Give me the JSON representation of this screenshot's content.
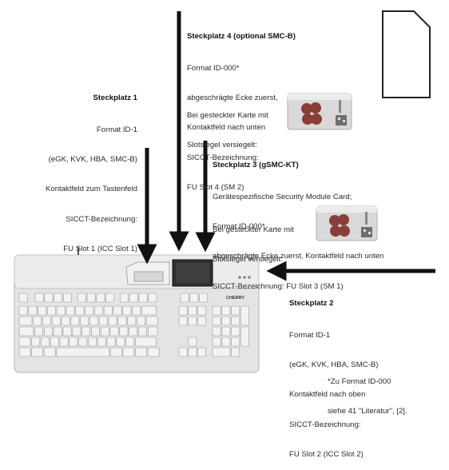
{
  "slot1": {
    "heading": "Steckplatz 1",
    "lines": [
      "Format ID-1",
      "(eGK, KVK, HBA, SMC-B)",
      "Kontaktfeld zum Tastenfeld",
      "SICCT-Bezeichnung:",
      "FU Slot 1 (ICC Slot 1)"
    ]
  },
  "slot4": {
    "heading": "Steckplatz 4 (optional SMC-B)",
    "lines": [
      "Format ID-000*",
      "abgeschrägte Ecke zuerst,",
      "Kontaktfeld nach unten",
      "SICCT-Bezeichnung:",
      "FU Slot 4 (SM 2)"
    ],
    "sealed_lines": [
      "Bei gesteckter Karte mit",
      "Slotsiegel versiegelt:"
    ]
  },
  "slot3": {
    "heading": "Steckplatz 3 (gSMC-KT)",
    "lines": [
      "Gerätespezifische Security Module Card;",
      "Format ID-000*",
      "abgeschrägte Ecke zuerst, Kontaktfeld nach unten",
      "SICCT-Bezeichnung: FU Slot 3 (SM 1)"
    ],
    "sealed_lines": [
      "Bei gesteckter Karte mit",
      "Slotsiegel versiegelt:"
    ]
  },
  "slot2": {
    "heading": "Steckplatz 2",
    "lines": [
      "Format ID-1",
      "(eGK, KVK, HBA, SMC-B)",
      "Kontaktfeld nach oben",
      "SICCT-Bezeichnung:",
      "FU Slot 2 (ICC Slot 2)"
    ]
  },
  "footnote": {
    "lines": [
      "*Zu Format ID-000",
      "siehe 41 \"Literatur\", [2]."
    ]
  },
  "keyboard": {
    "brand": "CHERRY"
  },
  "colors": {
    "arrow": "#111111",
    "keyboard_body": "#e6e6e6",
    "key": "#f3f3f3",
    "key_border": "#9a9a9a",
    "seal": "#8a3f36"
  }
}
